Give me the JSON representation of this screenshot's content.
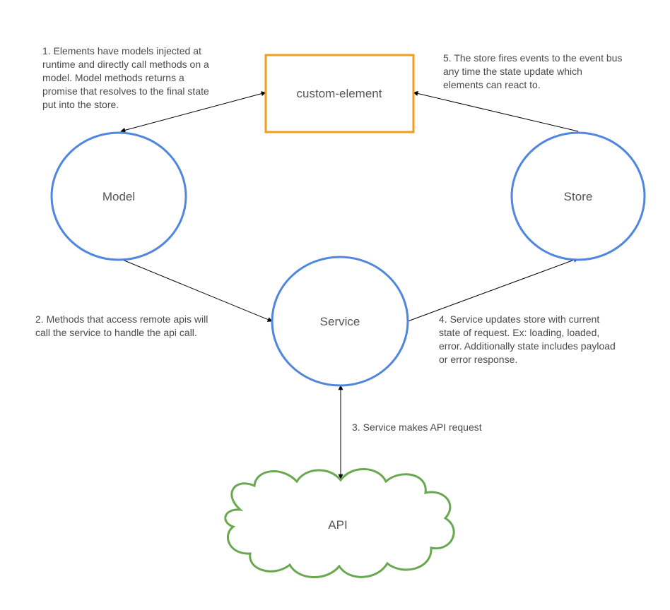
{
  "nodes": {
    "custom_element": "custom-element",
    "model": "Model",
    "store": "Store",
    "service": "Service",
    "api": "API"
  },
  "notes": {
    "step1": "1. Elements have models injected at\nruntime and directly call methods on a\nmodel.  Model methods returns a\npromise that resolves to the final state\nput into the store.",
    "step2": "2. Methods that access remote apis will\ncall the service to handle the api call.",
    "step3": "3. Service makes API request",
    "step4": "4. Service updates store with current\nstate of request.  Ex: loading, loaded,\nerror.  Additionally state includes payload\nor error response.",
    "step5": "5. The store fires events to the event bus\nany time the state update which\nelements can react to."
  },
  "colors": {
    "element_border": "#f29d1e",
    "circle_border": "#4f86e0",
    "cloud_border": "#6aa84f",
    "arrow": "#000000",
    "text": "#4a4a4a"
  }
}
